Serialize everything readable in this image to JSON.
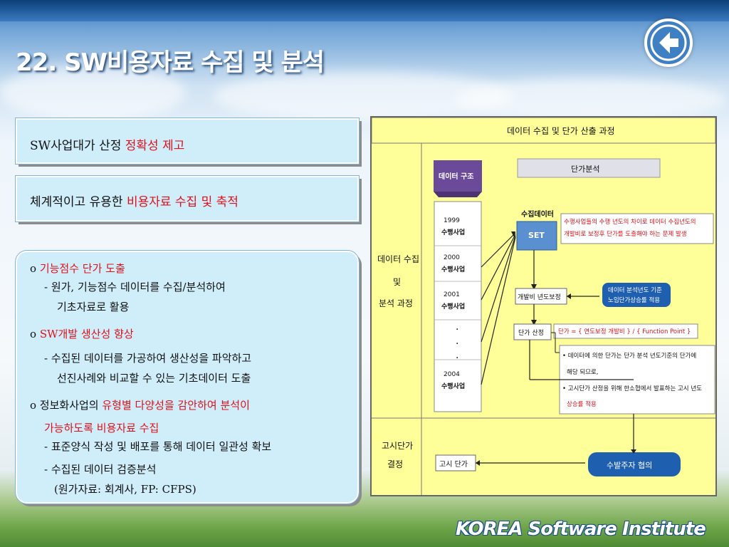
{
  "slide": {
    "title": "22. SW비용자료 수집 및 분석"
  },
  "nav": {
    "back_icon": "arrow-left-circle-icon"
  },
  "boxes": {
    "box1": {
      "text": "SW사업대가 산정 ",
      "highlight": "정확성 제고"
    },
    "box2": {
      "text": "체계적이고 유용한 ",
      "highlight": "비용자료 수집 및 축적"
    },
    "box3": {
      "b1_bullet": "o ",
      "b1_red": "기능점수 단가 도출",
      "b1_l1": "- 원가, 기능점수 데이터를 수집/분석하여",
      "b1_l2": "기초자료로 활용",
      "b2_bullet": "o ",
      "b2_red": "SW개발 생산성 향상",
      "b2_l1": "- 수집된 데이터를 가공하여 생산성을 파악하고",
      "b2_l2": "선진사례와 비교할 수 있는 기초데이터 도출",
      "b3_prefix": "o 정보화사업의 ",
      "b3_red1": "유형별 다양성을 감안하여 분석이",
      "b3_red2": "가능하도록 비용자료 수집",
      "b3_l1": "- 표준양식 작성 및 배포를 통해 데이터 일관성 확보",
      "b3_l2": "- 수집된 데이터 검증분석",
      "b3_l3": "(원가자료: 회계사, FP: CFPS)"
    }
  },
  "figure": {
    "header": "데이터 수집 및 단가 산출 과정",
    "row1_label": [
      "데이터 수집",
      "및",
      "분석 과정"
    ],
    "row2_label": [
      "고시단가",
      "결정"
    ],
    "data_structure": "데이터 구조",
    "years": [
      {
        "year": "1999",
        "label": "수행사업"
      },
      {
        "year": "2000",
        "label": "수행사업"
      },
      {
        "year": "2001",
        "label": "수행사업"
      },
      {
        "year": "2004",
        "label": "수행사업"
      }
    ],
    "dots": "·",
    "unit_price_analysis": "단가분석",
    "collected_data": "수집데이터",
    "set": "SET",
    "issue_note": [
      "수행사업들의 수행 년도의 차이로 데이터 수집년도의",
      "개발비로 보정후 단가를 도출해야 하는 문제 발생"
    ],
    "dev_cost_adjust": "개발비 년도보정",
    "base_year_note": [
      "데이터 분석년도 기준",
      "노임단가상승률 적용"
    ],
    "unit_price_calc": "단가 산정",
    "formula": "단가 = { 연도보정 개발비 } / { Function Point }",
    "notes": [
      "• 데이터에 의한 단가는 단가 분석 년도기준의 단가에",
      "해당 되므로,",
      "• 고시단가 산정을 위해 한소협에서 발표하는 고시 년도",
      "상승률 적용"
    ],
    "notice_price": "고시 단가",
    "consultation": "수발주자 협의"
  },
  "footer": {
    "logo": "KOREA Software Institute"
  },
  "colors": {
    "accent_red": "#e0101a",
    "box_fill": "#cfeefa",
    "panel_fill": "#ffff99",
    "purple": "#6b4a9a",
    "blue_pill": "#1f5fb0"
  }
}
